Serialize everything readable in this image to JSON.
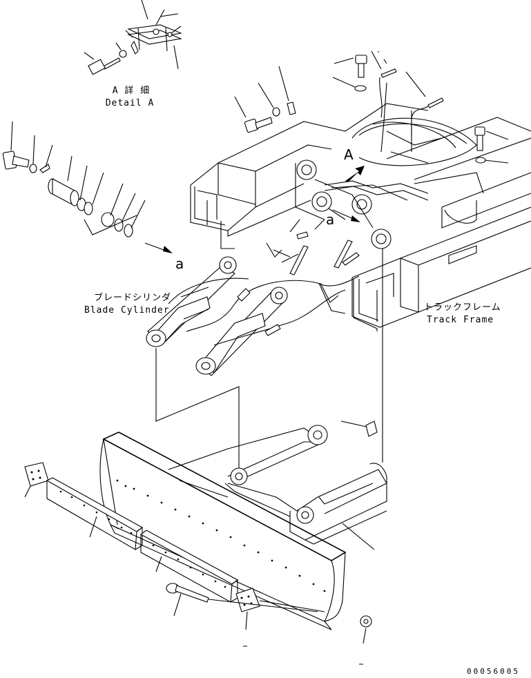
{
  "labels": {
    "detail_a_jp": "A 詳 細",
    "detail_a_en": "Detail A",
    "blade_cylinder_jp": "ブレードシリンダ",
    "blade_cylinder_en": "Blade Cylinder",
    "track_frame_jp": "トラックフレーム",
    "track_frame_en": "Track Frame",
    "view_marker_a_upper": "A",
    "ref_a_center": "a",
    "ref_a_left": "a",
    "document_number": "00056005"
  },
  "icons": [
    "view-direction-arrow-icon",
    "reference-arrow-icon"
  ]
}
